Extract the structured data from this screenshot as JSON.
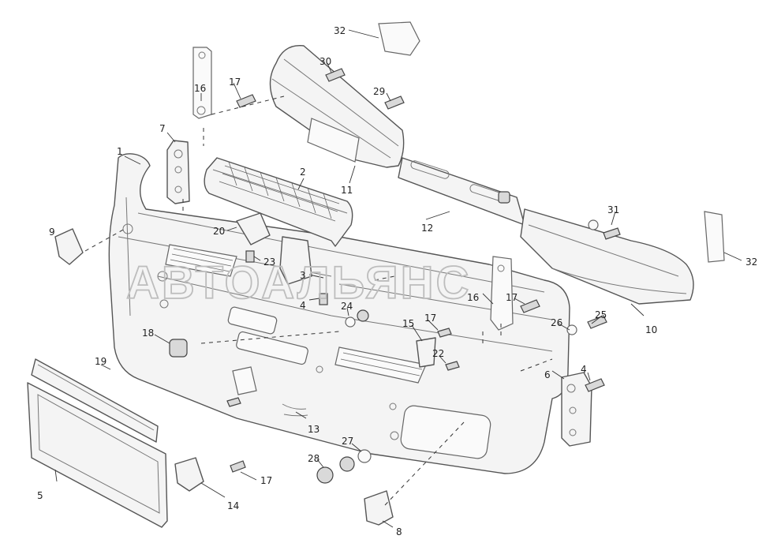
{
  "diagram": {
    "watermark": "АВТОАЛЬЯНС",
    "callouts": {
      "c1": "1",
      "c2": "2",
      "c3": "3",
      "c4a": "4",
      "c4b": "4",
      "c5": "5",
      "c6": "6",
      "c7": "7",
      "c8": "8",
      "c9": "9",
      "c10": "10",
      "c11": "11",
      "c12": "12",
      "c13": "13",
      "c14": "14",
      "c15": "15",
      "c16a": "16",
      "c16b": "16",
      "c17a": "17",
      "c17b": "17",
      "c17c": "17",
      "c17d": "17",
      "c18": "18",
      "c19": "19",
      "c20": "20",
      "c22": "22",
      "c23": "23",
      "c24": "24",
      "c25": "25",
      "c26": "26",
      "c27": "27",
      "c28": "28",
      "c29": "29",
      "c30": "30",
      "c31": "31",
      "c32a": "32",
      "c32b": "32"
    }
  }
}
